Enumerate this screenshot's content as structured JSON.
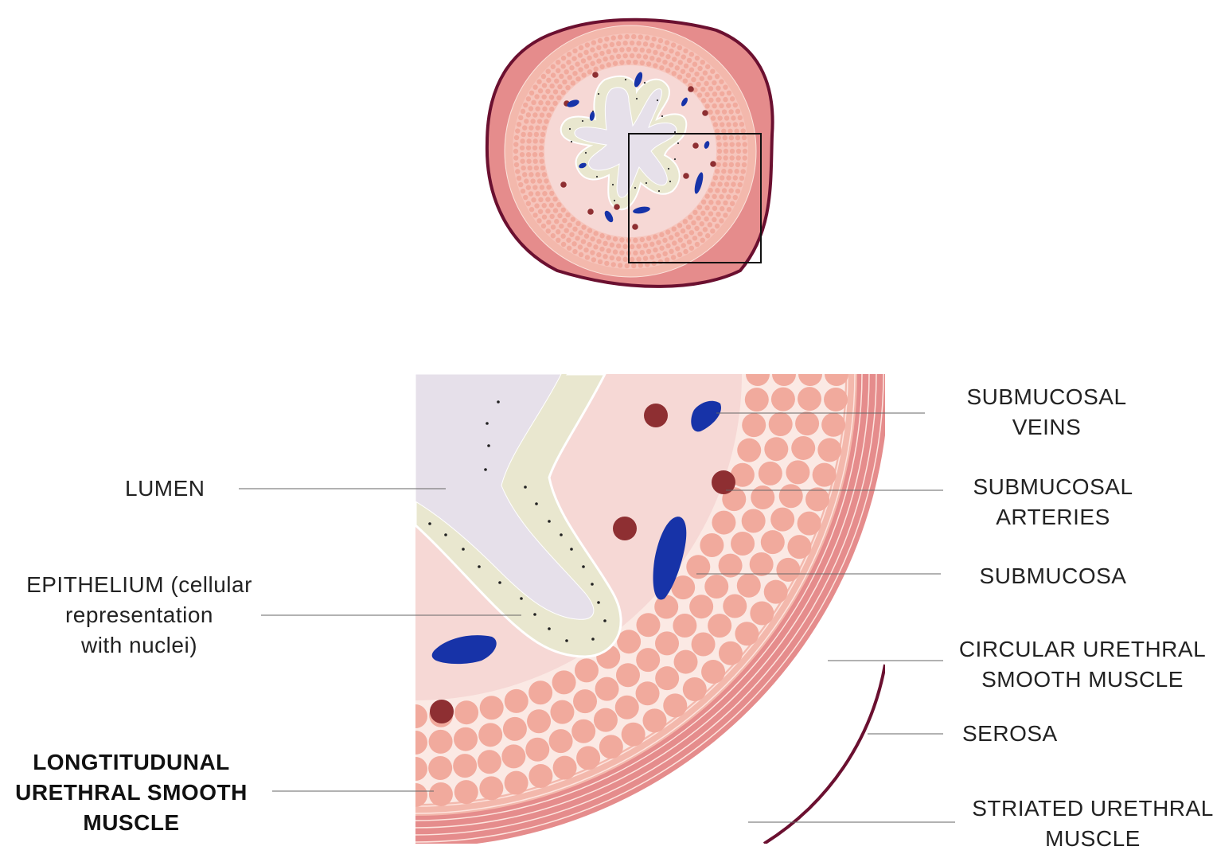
{
  "labels": {
    "submucosal_veins": [
      "SUBMUCOSAL",
      "VEINS"
    ],
    "submucosal_arteries": [
      "SUBMUCOSAL",
      "ARTERIES"
    ],
    "submucosa": [
      "SUBMUCOSA"
    ],
    "circular_muscle": [
      "CIRCULAR URETHRAL",
      "SMOOTH MUSCLE"
    ],
    "serosa": [
      "SEROSA"
    ],
    "striated_muscle": [
      "STRIATED URETHRAL",
      "MUSCLE"
    ],
    "lumen": [
      "LUMEN"
    ],
    "epithelium": [
      "EPITHELIUM (cellular",
      "representation",
      "with nuclei)"
    ],
    "longitudinal_muscle": [
      "LONGTITUDUNAL",
      "URETHRAL SMOOTH",
      "MUSCLE"
    ]
  },
  "colors": {
    "outer_outline": "#6b1030",
    "striated_muscle": "#e58c8c",
    "serosa": "#f3b8ac",
    "muscle_layer": "#f6c5bc",
    "muscle_circle": "#f1aa9d",
    "submucosa": "#f6d8d5",
    "lumen": "#e6e0ea",
    "epithelium": "#e9e7cf",
    "artery": "#8e2f32",
    "vein": "#1733a8"
  }
}
